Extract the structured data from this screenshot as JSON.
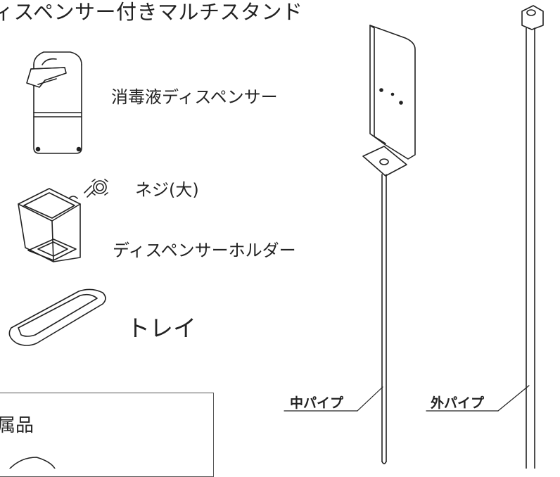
{
  "title": "ィスペンサー付きマルチスタンド",
  "parts": {
    "dispenser": "消毒液ディスペンサー",
    "screw": "ネジ(大)",
    "holder": "ディスペンサーホルダー",
    "tray": "トレイ",
    "inner_pipe": "中パイプ",
    "outer_pipe": "外パイプ"
  },
  "accessories": {
    "title": "属品"
  }
}
